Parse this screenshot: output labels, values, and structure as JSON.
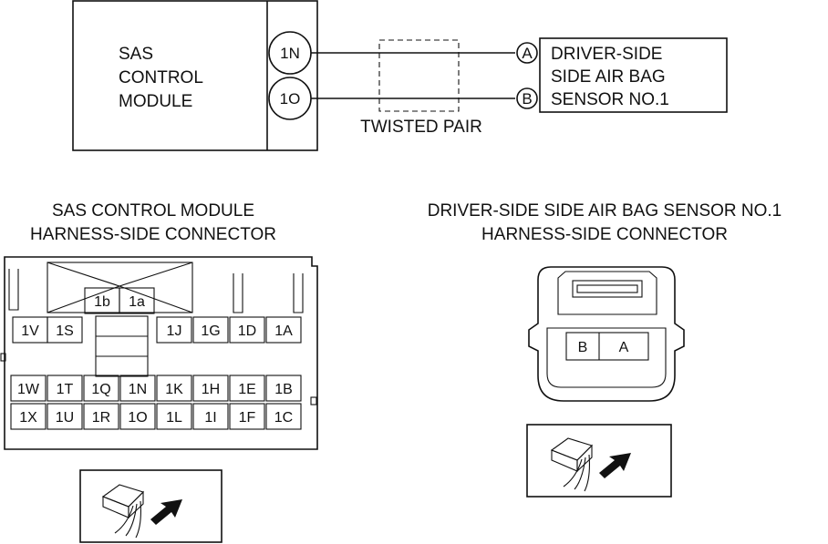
{
  "wiring": {
    "module_label": [
      "SAS",
      "CONTROL",
      "MODULE"
    ],
    "pin_1n": "1N",
    "pin_1o": "1O",
    "twisted_pair": "TWISTED PAIR",
    "sensor_pin_a": "A",
    "sensor_pin_b": "B",
    "sensor_label": [
      "DRIVER-SIDE",
      "SIDE AIR BAG",
      "SENSOR NO.1"
    ]
  },
  "sas_connector": {
    "title": [
      "SAS CONTROL MODULE",
      "HARNESS-SIDE CONNECTOR"
    ],
    "top_pins": [
      "1b",
      "1a"
    ],
    "row1": [
      "1V",
      "1S",
      "1J",
      "1G",
      "1D",
      "1A"
    ],
    "row2": [
      "1W",
      "1T",
      "1Q",
      "1N",
      "1K",
      "1H",
      "1E",
      "1B"
    ],
    "row3": [
      "1X",
      "1U",
      "1R",
      "1O",
      "1L",
      "1I",
      "1F",
      "1C"
    ]
  },
  "sensor_connector": {
    "title": [
      "DRIVER-SIDE SIDE AIR BAG SENSOR NO.1",
      "HARNESS-SIDE CONNECTOR"
    ],
    "pins": [
      "B",
      "A"
    ]
  }
}
